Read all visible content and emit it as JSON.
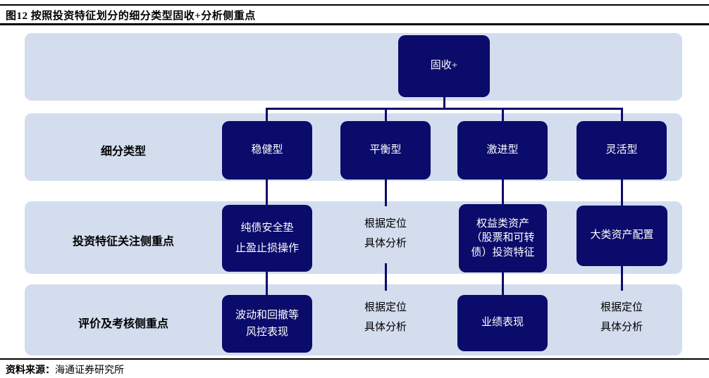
{
  "title": "图12 按照投资特征划分的细分类型固收+分析侧重点",
  "root": {
    "label": "固收+"
  },
  "row_labels": {
    "types": "细分类型",
    "features": "投资特征关注侧重点",
    "evaluations": "评价及考核侧重点"
  },
  "columns": [
    {
      "type": "稳健型",
      "feature": "纯债安全垫\n止盈止损操作",
      "feature_boxed": true,
      "evaluation": "波动和回撤等\n风控表现",
      "evaluation_boxed": true
    },
    {
      "type": "平衡型",
      "feature": "根据定位\n具体分析",
      "feature_boxed": false,
      "evaluation": "根据定位\n具体分析",
      "evaluation_boxed": false
    },
    {
      "type": "激进型",
      "feature": "权益类资产\n（股票和可转\n债）投资特征",
      "feature_boxed": true,
      "evaluation": "业绩表现",
      "evaluation_boxed": true
    },
    {
      "type": "灵活型",
      "feature": "大类资产配置",
      "feature_boxed": true,
      "evaluation": "根据定位\n具体分析",
      "evaluation_boxed": false
    }
  ],
  "source": {
    "label": "资料来源：",
    "value": "海通证券研究所"
  },
  "colors": {
    "node_fill": "#0b0b6b",
    "node_text": "#ffffff",
    "band_fill": "#d3ddee",
    "connector": "#0b0b6b",
    "rule": "#000000",
    "text": "#000000"
  }
}
